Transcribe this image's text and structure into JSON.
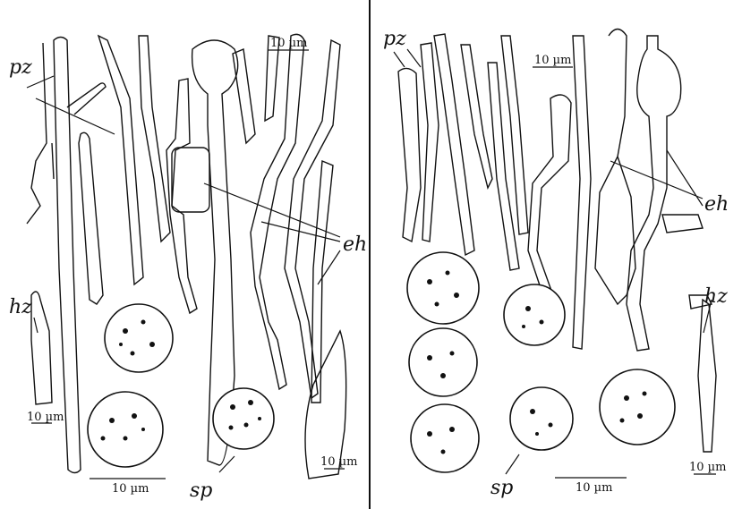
{
  "figure": {
    "left_panel": {
      "labels": {
        "pz": "pz",
        "eh": "eh",
        "hz": "hz",
        "sp": "sp"
      },
      "scale_bars": [
        "10 µm",
        "10 µm",
        "10 µm",
        "10 µm"
      ]
    },
    "right_panel": {
      "labels": {
        "pz": "pz",
        "eh": "eh",
        "hz": "hz",
        "sp": "sp"
      },
      "scale_bars": [
        "10 µm",
        "10 µm",
        "10 µm"
      ]
    }
  }
}
